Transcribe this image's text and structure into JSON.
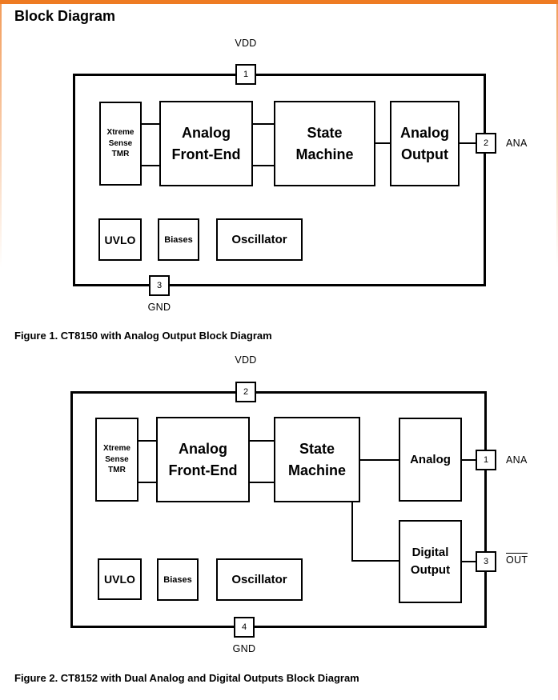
{
  "page": {
    "title": "Block Diagram",
    "accent_color": "#EE7B23",
    "diagram_line_color": "#000000",
    "background_color": "#FFFFFF"
  },
  "figure1": {
    "caption": "Figure 1. CT8150 with Analog Output Block Diagram",
    "pin_vdd": {
      "number": "1",
      "label": "VDD"
    },
    "pin_ana": {
      "number": "2",
      "label": "ANA"
    },
    "pin_gnd": {
      "number": "3",
      "label": "GND"
    },
    "blocks": {
      "xtreme_sense_tmr": "Xtreme\nSense\nTMR",
      "analog_front_end": "Analog\nFront-End",
      "state_machine": "State\nMachine",
      "analog_output": "Analog\nOutput",
      "uvlo": "UVLO",
      "biases": "Biases",
      "oscillator": "Oscillator"
    }
  },
  "figure2": {
    "caption": "Figure 2. CT8152 with Dual Analog and Digital Outputs Block Diagram",
    "pin_vdd": {
      "number": "2",
      "label": "VDD"
    },
    "pin_ana": {
      "number": "1",
      "label": "ANA"
    },
    "pin_out": {
      "number": "3",
      "label": "OUT",
      "overline": true
    },
    "pin_gnd": {
      "number": "4",
      "label": "GND"
    },
    "blocks": {
      "xtreme_sense_tmr": "Xtreme\nSense\nTMR",
      "analog_front_end": "Analog\nFront-End",
      "state_machine": "State\nMachine",
      "analog": "Analog",
      "digital_output": "Digital\nOutput",
      "uvlo": "UVLO",
      "biases": "Biases",
      "oscillator": "Oscillator"
    }
  }
}
